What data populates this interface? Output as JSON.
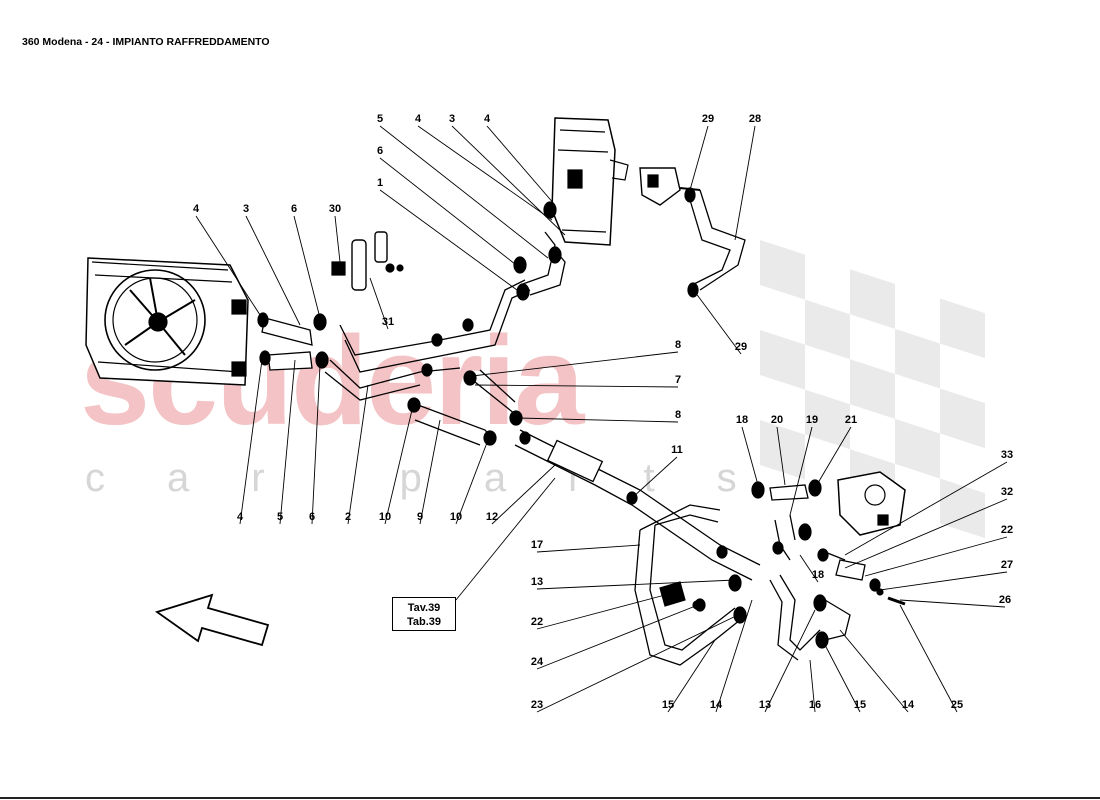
{
  "title": "360 Modena - 24 - IMPIANTO RAFFREDDAMENTO",
  "watermark": {
    "brand": "scuderia",
    "sub": "car parts"
  },
  "reference": {
    "line1": "Tav.39",
    "line2": "Tab.39"
  },
  "colors": {
    "ink": "#000000",
    "watermark": "#f3c3c5",
    "checker": "#e6e6e6"
  },
  "callouts": [
    {
      "label": "5"
    },
    {
      "label": "4"
    },
    {
      "label": "3"
    },
    {
      "label": "4"
    },
    {
      "label": "6"
    },
    {
      "label": "1"
    },
    {
      "label": "29"
    },
    {
      "label": "28"
    },
    {
      "label": "4"
    },
    {
      "label": "3"
    },
    {
      "label": "6"
    },
    {
      "label": "30"
    },
    {
      "label": "31"
    },
    {
      "label": "29"
    },
    {
      "label": "8"
    },
    {
      "label": "7"
    },
    {
      "label": "8"
    },
    {
      "label": "18"
    },
    {
      "label": "20"
    },
    {
      "label": "19"
    },
    {
      "label": "21"
    },
    {
      "label": "11"
    },
    {
      "label": "33"
    },
    {
      "label": "32"
    },
    {
      "label": "22"
    },
    {
      "label": "27"
    },
    {
      "label": "26"
    },
    {
      "label": "4"
    },
    {
      "label": "5"
    },
    {
      "label": "6"
    },
    {
      "label": "2"
    },
    {
      "label": "10"
    },
    {
      "label": "9"
    },
    {
      "label": "10"
    },
    {
      "label": "12"
    },
    {
      "label": "17"
    },
    {
      "label": "18"
    },
    {
      "label": "13"
    },
    {
      "label": "22"
    },
    {
      "label": "24"
    },
    {
      "label": "23"
    },
    {
      "label": "15"
    },
    {
      "label": "14"
    },
    {
      "label": "13"
    },
    {
      "label": "16"
    },
    {
      "label": "15"
    },
    {
      "label": "14"
    },
    {
      "label": "25"
    }
  ]
}
